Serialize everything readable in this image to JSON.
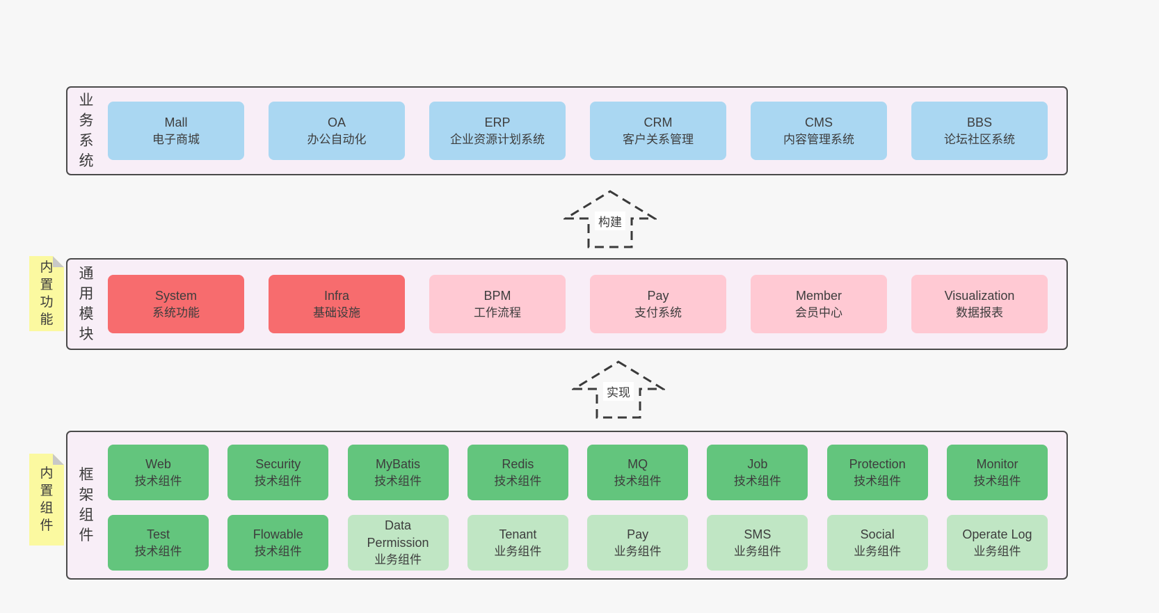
{
  "diagram": {
    "layers": {
      "business": {
        "label": "业务系统",
        "boxes": [
          {
            "en": "Mall",
            "zh": "电子商城",
            "variant": "blue"
          },
          {
            "en": "OA",
            "zh": "办公自动化",
            "variant": "blue"
          },
          {
            "en": "ERP",
            "zh": "企业资源计划系统",
            "variant": "blue"
          },
          {
            "en": "CRM",
            "zh": "客户关系管理",
            "variant": "blue"
          },
          {
            "en": "CMS",
            "zh": "内容管理系统",
            "variant": "blue"
          },
          {
            "en": "BBS",
            "zh": "论坛社区系统",
            "variant": "blue"
          }
        ]
      },
      "modules": {
        "label": "通用模块",
        "note": "内置功能",
        "boxes": [
          {
            "en": "System",
            "zh": "系统功能",
            "variant": "red"
          },
          {
            "en": "Infra",
            "zh": "基础设施",
            "variant": "red"
          },
          {
            "en": "BPM",
            "zh": "工作流程",
            "variant": "pink"
          },
          {
            "en": "Pay",
            "zh": "支付系统",
            "variant": "pink"
          },
          {
            "en": "Member",
            "zh": "会员中心",
            "variant": "pink"
          },
          {
            "en": "Visualization",
            "zh": "数据报表",
            "variant": "pink"
          }
        ]
      },
      "framework": {
        "label": "框架组件",
        "note": "内置组件",
        "rows": [
          [
            {
              "en": "Web",
              "zh": "技术组件",
              "variant": "green"
            },
            {
              "en": "Security",
              "zh": "技术组件",
              "variant": "green"
            },
            {
              "en": "MyBatis",
              "zh": "技术组件",
              "variant": "green"
            },
            {
              "en": "Redis",
              "zh": "技术组件",
              "variant": "green"
            },
            {
              "en": "MQ",
              "zh": "技术组件",
              "variant": "green"
            },
            {
              "en": "Job",
              "zh": "技术组件",
              "variant": "green"
            },
            {
              "en": "Protection",
              "zh": "技术组件",
              "variant": "green"
            },
            {
              "en": "Monitor",
              "zh": "技术组件",
              "variant": "green"
            }
          ],
          [
            {
              "en": "Test",
              "zh": "技术组件",
              "variant": "green"
            },
            {
              "en": "Flowable",
              "zh": "技术组件",
              "variant": "green"
            },
            {
              "en": "Data Permission",
              "zh": "业务组件",
              "variant": "lightgreen"
            },
            {
              "en": "Tenant",
              "zh": "业务组件",
              "variant": "lightgreen"
            },
            {
              "en": "Pay",
              "zh": "业务组件",
              "variant": "lightgreen"
            },
            {
              "en": "SMS",
              "zh": "业务组件",
              "variant": "lightgreen"
            },
            {
              "en": "Social",
              "zh": "业务组件",
              "variant": "lightgreen"
            },
            {
              "en": "Operate Log",
              "zh": "业务组件",
              "variant": "lightgreen"
            }
          ]
        ]
      }
    },
    "arrows": [
      {
        "label": "构建"
      },
      {
        "label": "实现"
      }
    ],
    "colors": {
      "page_bg": "#f7f7f7",
      "container_bg": "#f8eef7",
      "container_border": "#4a4a4a",
      "blue": "#aad7f2",
      "red": "#f76c6e",
      "pink": "#ffc9d3",
      "green": "#63c57d",
      "lightgreen": "#c0e6c4",
      "note_bg": "#fbf9a0",
      "note_fold": "#c8c8c8",
      "text": "#3d3d3d"
    }
  }
}
